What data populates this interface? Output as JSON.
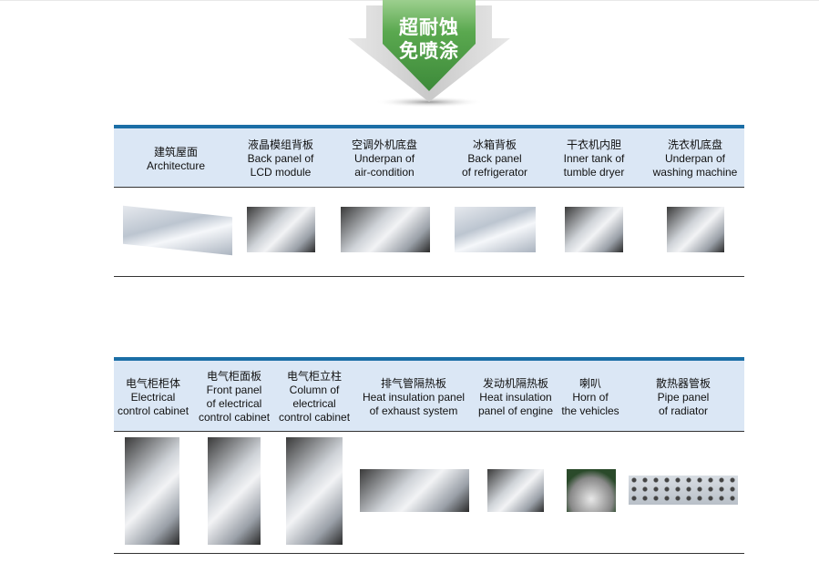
{
  "badge": {
    "line1": "超耐蚀",
    "line2": "免喷涂",
    "color": "#4e9a45"
  },
  "table1": {
    "columns": [
      {
        "zh": "建筑屋面",
        "en1": "Architecture",
        "en2": ""
      },
      {
        "zh": "液晶模组背板",
        "en1": "Back panel of",
        "en2": "LCD module"
      },
      {
        "zh": "空调外机底盘",
        "en1": "Underpan of",
        "en2": "air-condition"
      },
      {
        "zh": "冰箱背板",
        "en1": "Back panel",
        "en2": "of refrigerator"
      },
      {
        "zh": "干衣机内胆",
        "en1": "Inner tank of",
        "en2": "tumble dryer"
      },
      {
        "zh": "洗衣机底盘",
        "en1": "Underpan of",
        "en2": "washing machine"
      }
    ]
  },
  "table2": {
    "columns": [
      {
        "zh": "电气柜柜体",
        "en1": "Electrical",
        "en2": "control cabinet",
        "en3": ""
      },
      {
        "zh": "电气柜面板",
        "en1": "Front panel",
        "en2": "of electrical",
        "en3": "control cabinet"
      },
      {
        "zh": "电气柜立柱",
        "en1": "Column of",
        "en2": "electrical",
        "en3": "control cabinet"
      },
      {
        "zh": "排气管隔热板",
        "en1": "Heat insulation panel",
        "en2": "of exhaust system",
        "en3": ""
      },
      {
        "zh": "发动机隔热板",
        "en1": "Heat insulation",
        "en2": "panel of engine",
        "en3": ""
      },
      {
        "zh": "喇叭",
        "en1": "Horn of",
        "en2": "the vehicles",
        "en3": ""
      },
      {
        "zh": "散热器管板",
        "en1": "Pipe panel",
        "en2": "of radiator",
        "en3": ""
      }
    ]
  }
}
